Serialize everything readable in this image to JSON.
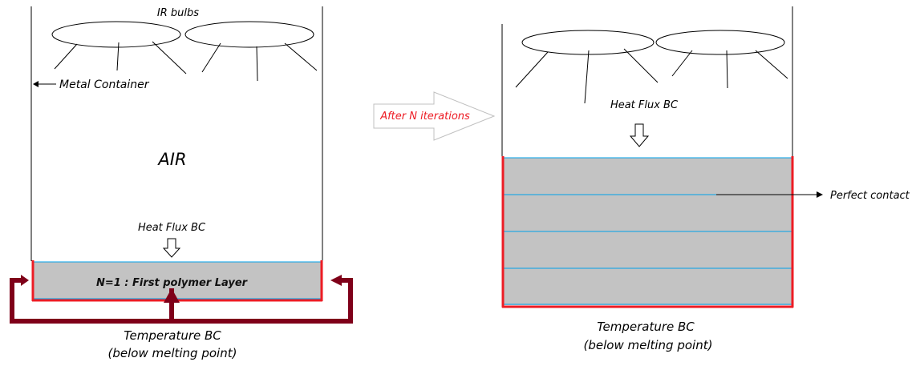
{
  "left": {
    "bulbs_label": "IR bulbs",
    "container_label": "Metal Container",
    "air_label": "AIR",
    "heat_flux_label": "Heat Flux BC",
    "layer_label": "N=1 : First polymer Layer",
    "temperature_label": "Temperature BC",
    "temperature_sub": "(below melting point)"
  },
  "transition": {
    "label": "After N iterations"
  },
  "right": {
    "heat_flux_label": "Heat Flux BC",
    "contact_label": "Perfect contact",
    "temperature_label": "Temperature BC",
    "temperature_sub": "(below melting point)",
    "layer_count": 4
  },
  "colors": {
    "polymer": "#c3c3c3",
    "boundary": "#ed1c24",
    "interface": "#00a2e8",
    "bc_arrow": "#7f0019",
    "transition_text": "#ed1c24"
  }
}
